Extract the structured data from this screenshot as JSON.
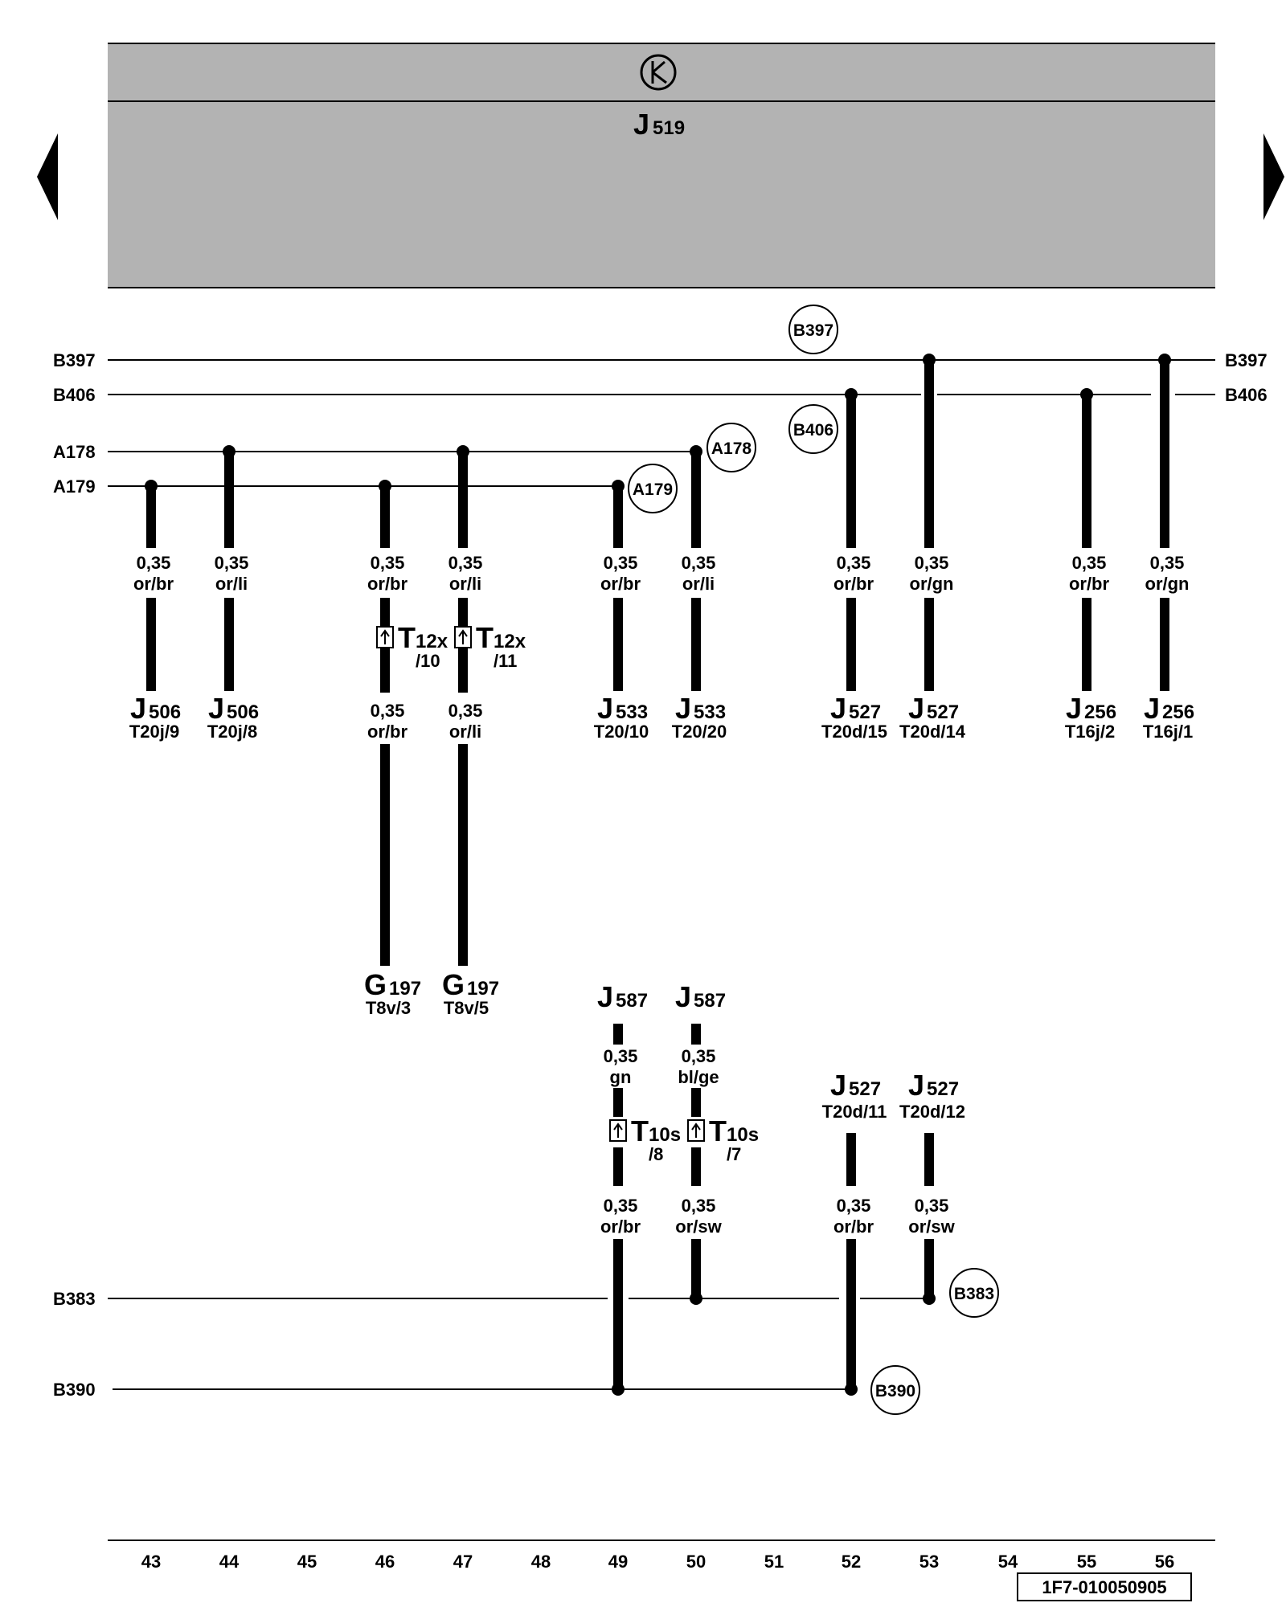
{
  "header": {
    "control_unit": {
      "letter": "J",
      "index": "519"
    },
    "icon": "power-bus-icon"
  },
  "nav": {
    "prev_icon": "arrow-left-icon",
    "next_icon": "arrow-right-icon"
  },
  "rails": [
    {
      "id": "B397",
      "left_label": "B397",
      "right_label": "B397"
    },
    {
      "id": "B406",
      "left_label": "B406",
      "right_label": "B406"
    },
    {
      "id": "A178",
      "left_label": "A178",
      "right_label": ""
    },
    {
      "id": "A179",
      "left_label": "A179",
      "right_label": ""
    },
    {
      "id": "B383",
      "left_label": "B383",
      "right_label": ""
    },
    {
      "id": "B390",
      "left_label": "B390",
      "right_label": ""
    }
  ],
  "circle_labels": [
    "B397",
    "B406",
    "A178",
    "A179",
    "B383",
    "B390"
  ],
  "upper_wires": [
    {
      "col": "43",
      "size": "0,35",
      "color": "or/br",
      "comp": "J",
      "comp_idx": "506",
      "pin": "T20j/9"
    },
    {
      "col": "44",
      "size": "0,35",
      "color": "or/li",
      "comp": "J",
      "comp_idx": "506",
      "pin": "T20j/8"
    },
    {
      "col": "46",
      "size": "0,35",
      "color": "or/br",
      "conn": "T",
      "conn_idx": "12x",
      "conn_pin": "/10",
      "size2": "0,35",
      "color2": "or/br",
      "comp": "G",
      "comp_idx": "197",
      "pin": "T8v/3"
    },
    {
      "col": "47",
      "size": "0,35",
      "color": "or/li",
      "conn": "T",
      "conn_idx": "12x",
      "conn_pin": "/11",
      "size2": "0,35",
      "color2": "or/li",
      "comp": "G",
      "comp_idx": "197",
      "pin": "T8v/5"
    },
    {
      "col": "49",
      "size": "0,35",
      "color": "or/br",
      "comp": "J",
      "comp_idx": "533",
      "pin": "T20/10"
    },
    {
      "col": "50",
      "size": "0,35",
      "color": "or/li",
      "comp": "J",
      "comp_idx": "533",
      "pin": "T20/20"
    },
    {
      "col": "52",
      "size": "0,35",
      "color": "or/br",
      "comp": "J",
      "comp_idx": "527",
      "pin": "T20d/15"
    },
    {
      "col": "53",
      "size": "0,35",
      "color": "or/gn",
      "comp": "J",
      "comp_idx": "527",
      "pin": "T20d/14"
    },
    {
      "col": "55",
      "size": "0,35",
      "color": "or/br",
      "comp": "J",
      "comp_idx": "256",
      "pin": "T16j/2"
    },
    {
      "col": "56",
      "size": "0,35",
      "color": "or/gn",
      "comp": "J",
      "comp_idx": "256",
      "pin": "T16j/1"
    }
  ],
  "lower_wires": [
    {
      "col": "49",
      "comp": "J",
      "comp_idx": "587",
      "size": "0,35",
      "color": "gn",
      "conn": "T",
      "conn_idx": "10s",
      "conn_pin": "/8",
      "size2": "0,35",
      "color2": "or/br"
    },
    {
      "col": "50",
      "comp": "J",
      "comp_idx": "587",
      "size": "0,35",
      "color": "bl/ge",
      "conn": "T",
      "conn_idx": "10s",
      "conn_pin": "/7",
      "size2": "0,35",
      "color2": "or/sw"
    },
    {
      "col": "52",
      "comp": "J",
      "comp_idx": "527",
      "pin": "T20d/11",
      "size2": "0,35",
      "color2": "or/br"
    },
    {
      "col": "53",
      "comp": "J",
      "comp_idx": "527",
      "pin": "T20d/12",
      "size2": "0,35",
      "color2": "or/sw"
    }
  ],
  "columns": [
    "43",
    "44",
    "45",
    "46",
    "47",
    "48",
    "49",
    "50",
    "51",
    "52",
    "53",
    "54",
    "55",
    "56"
  ],
  "doc_id": "1F7-010050905",
  "colors": {
    "header_fill": "#b3b3b3",
    "line": "#000000",
    "background": "#ffffff"
  }
}
